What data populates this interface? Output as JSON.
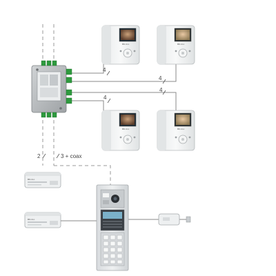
{
  "diagram": {
    "wire_labels": {
      "monitor_top_left": "4",
      "monitor_top_right": "4",
      "monitor_bottom_left": "4",
      "monitor_bottom_right": "4",
      "supply_a": "2",
      "supply_b": "3 + coax"
    },
    "monitor_brand": "Bticino",
    "supply_brand": "Bticino",
    "colors": {
      "wire": "#8a8a8a",
      "dashed_wire": "#9a9a9a",
      "monitor_body": "#f3f4f4",
      "distributor_body": "#b9bcbe",
      "terminal_green": "#2e9a3e",
      "panel_body": "#e4e6e8"
    }
  }
}
